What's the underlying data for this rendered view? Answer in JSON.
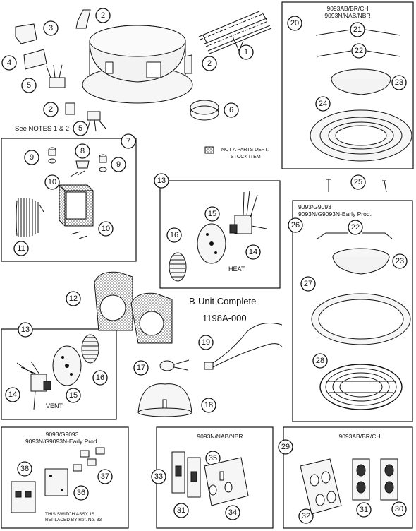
{
  "labels": {
    "notes": "See NOTES 1 & 2",
    "legend_line1": "NOT A PARTS DEPT.",
    "legend_line2": "STOCK ITEM",
    "heat": "HEAT",
    "vent": "VENT",
    "unit_title": "B-Unit Complete",
    "unit_number": "1198A-000",
    "grille1_line1": "9093AB/BR/CH",
    "grille1_line2": "9093N/NAB/NBR",
    "grille2_line1": "9093/G9093",
    "grille2_line2": "9093N/G9093N-Early Prod.",
    "switch1_line1": "9093/G9093",
    "switch1_line2": "9093N/G9093N-Early Prod.",
    "switch1_note1": "THIS SWITCH ASSY. IS",
    "switch1_note2": "REPLACED BY Ref. No. 33",
    "switch2_title": "9093N/NAB/NBR",
    "switch3_title": "9093AB/BR/CH"
  },
  "callouts": {
    "c1": "1",
    "c2a": "2",
    "c2b": "2",
    "c2c": "2",
    "c3": "3",
    "c4": "4",
    "c5a": "5",
    "c5b": "5",
    "c6": "6",
    "c7": "7",
    "c8": "8",
    "c9a": "9",
    "c9b": "9",
    "c10a": "10",
    "c10b": "10",
    "c11": "11",
    "c12": "12",
    "c13a": "13",
    "c13b": "13",
    "c14a": "14",
    "c14b": "14",
    "c15a": "15",
    "c15b": "15",
    "c16a": "16",
    "c16b": "16",
    "c17": "17",
    "c18": "18",
    "c19": "19",
    "c20": "20",
    "c21": "21",
    "c22a": "22",
    "c22b": "22",
    "c23a": "23",
    "c23b": "23",
    "c24": "24",
    "c25": "25",
    "c26": "26",
    "c27": "27",
    "c28": "28",
    "c29": "29",
    "c30": "30",
    "c31a": "31",
    "c31b": "31",
    "c32": "32",
    "c33": "33",
    "c34": "34",
    "c35": "35",
    "c36": "36",
    "c37": "37",
    "c38": "38"
  }
}
